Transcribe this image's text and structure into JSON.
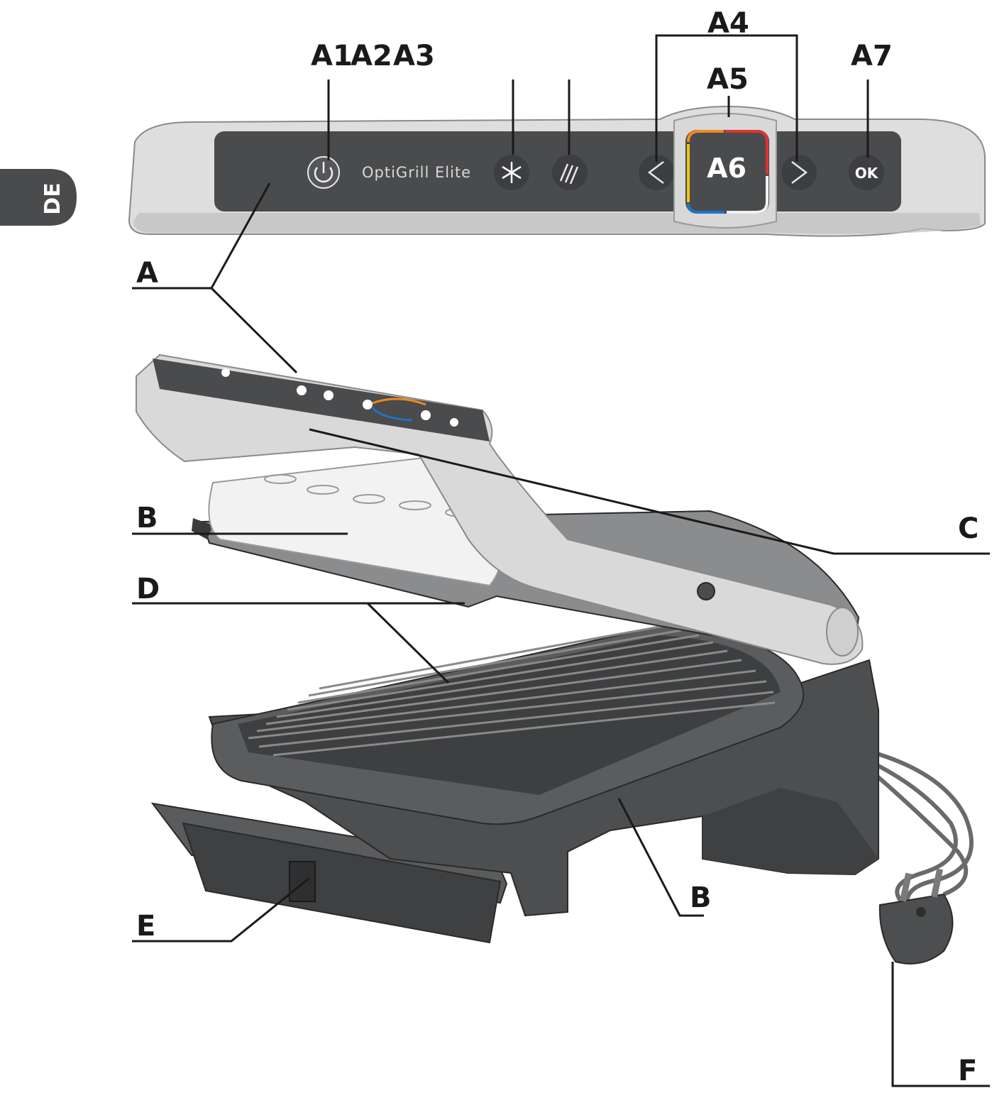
{
  "language_tab": "DE",
  "panel": {
    "brand": "OptiGrill Elite",
    "center_display": "A6",
    "ok_button": "OK"
  },
  "labels": {
    "a1": "A1",
    "a2": "A2",
    "a3": "A3",
    "a4": "A4",
    "a5": "A5",
    "a7": "A7",
    "a": "A",
    "b_top": "B",
    "b_bottom": "B",
    "c": "C",
    "d": "D",
    "e": "E",
    "f": "F"
  },
  "colors": {
    "panel_dark": "#4a4b4d",
    "body_dark": "#4d4e50",
    "silver": "#d6d6d6",
    "ring_orange": "#f08a1c",
    "ring_red": "#e0312f",
    "ring_yellow": "#f4c21b",
    "ring_blue": "#1f74c9",
    "ring_white": "#f2f2f2"
  },
  "icons": [
    "power-icon",
    "snowflake-icon",
    "stripes-icon",
    "chevron-left-icon",
    "chevron-right-icon"
  ]
}
